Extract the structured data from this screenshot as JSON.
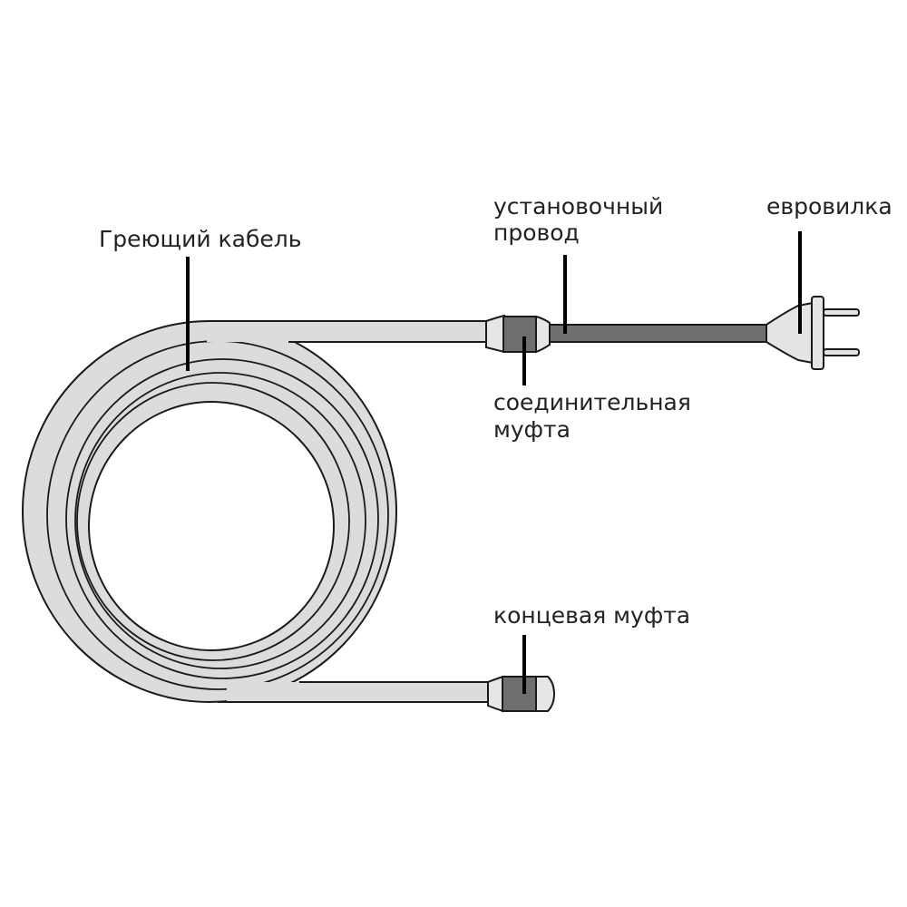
{
  "labels": {
    "heating_cable": "Греющий кабель",
    "mounting_wire_line1": "установочный",
    "mounting_wire_line2": "провод",
    "euro_plug": "евровилка",
    "connecting_coupling_line1": "соединительная",
    "connecting_coupling_line2": "муфта",
    "end_coupling": "концевая муфта"
  },
  "colors": {
    "cable_fill": "#dcdcdc",
    "coupling_fill": "#6e6e6e",
    "mounting_wire_fill": "#707070",
    "plug_fill": "#e4e4e4",
    "outline": "#1a1a1a",
    "leader_line": "#000000"
  }
}
